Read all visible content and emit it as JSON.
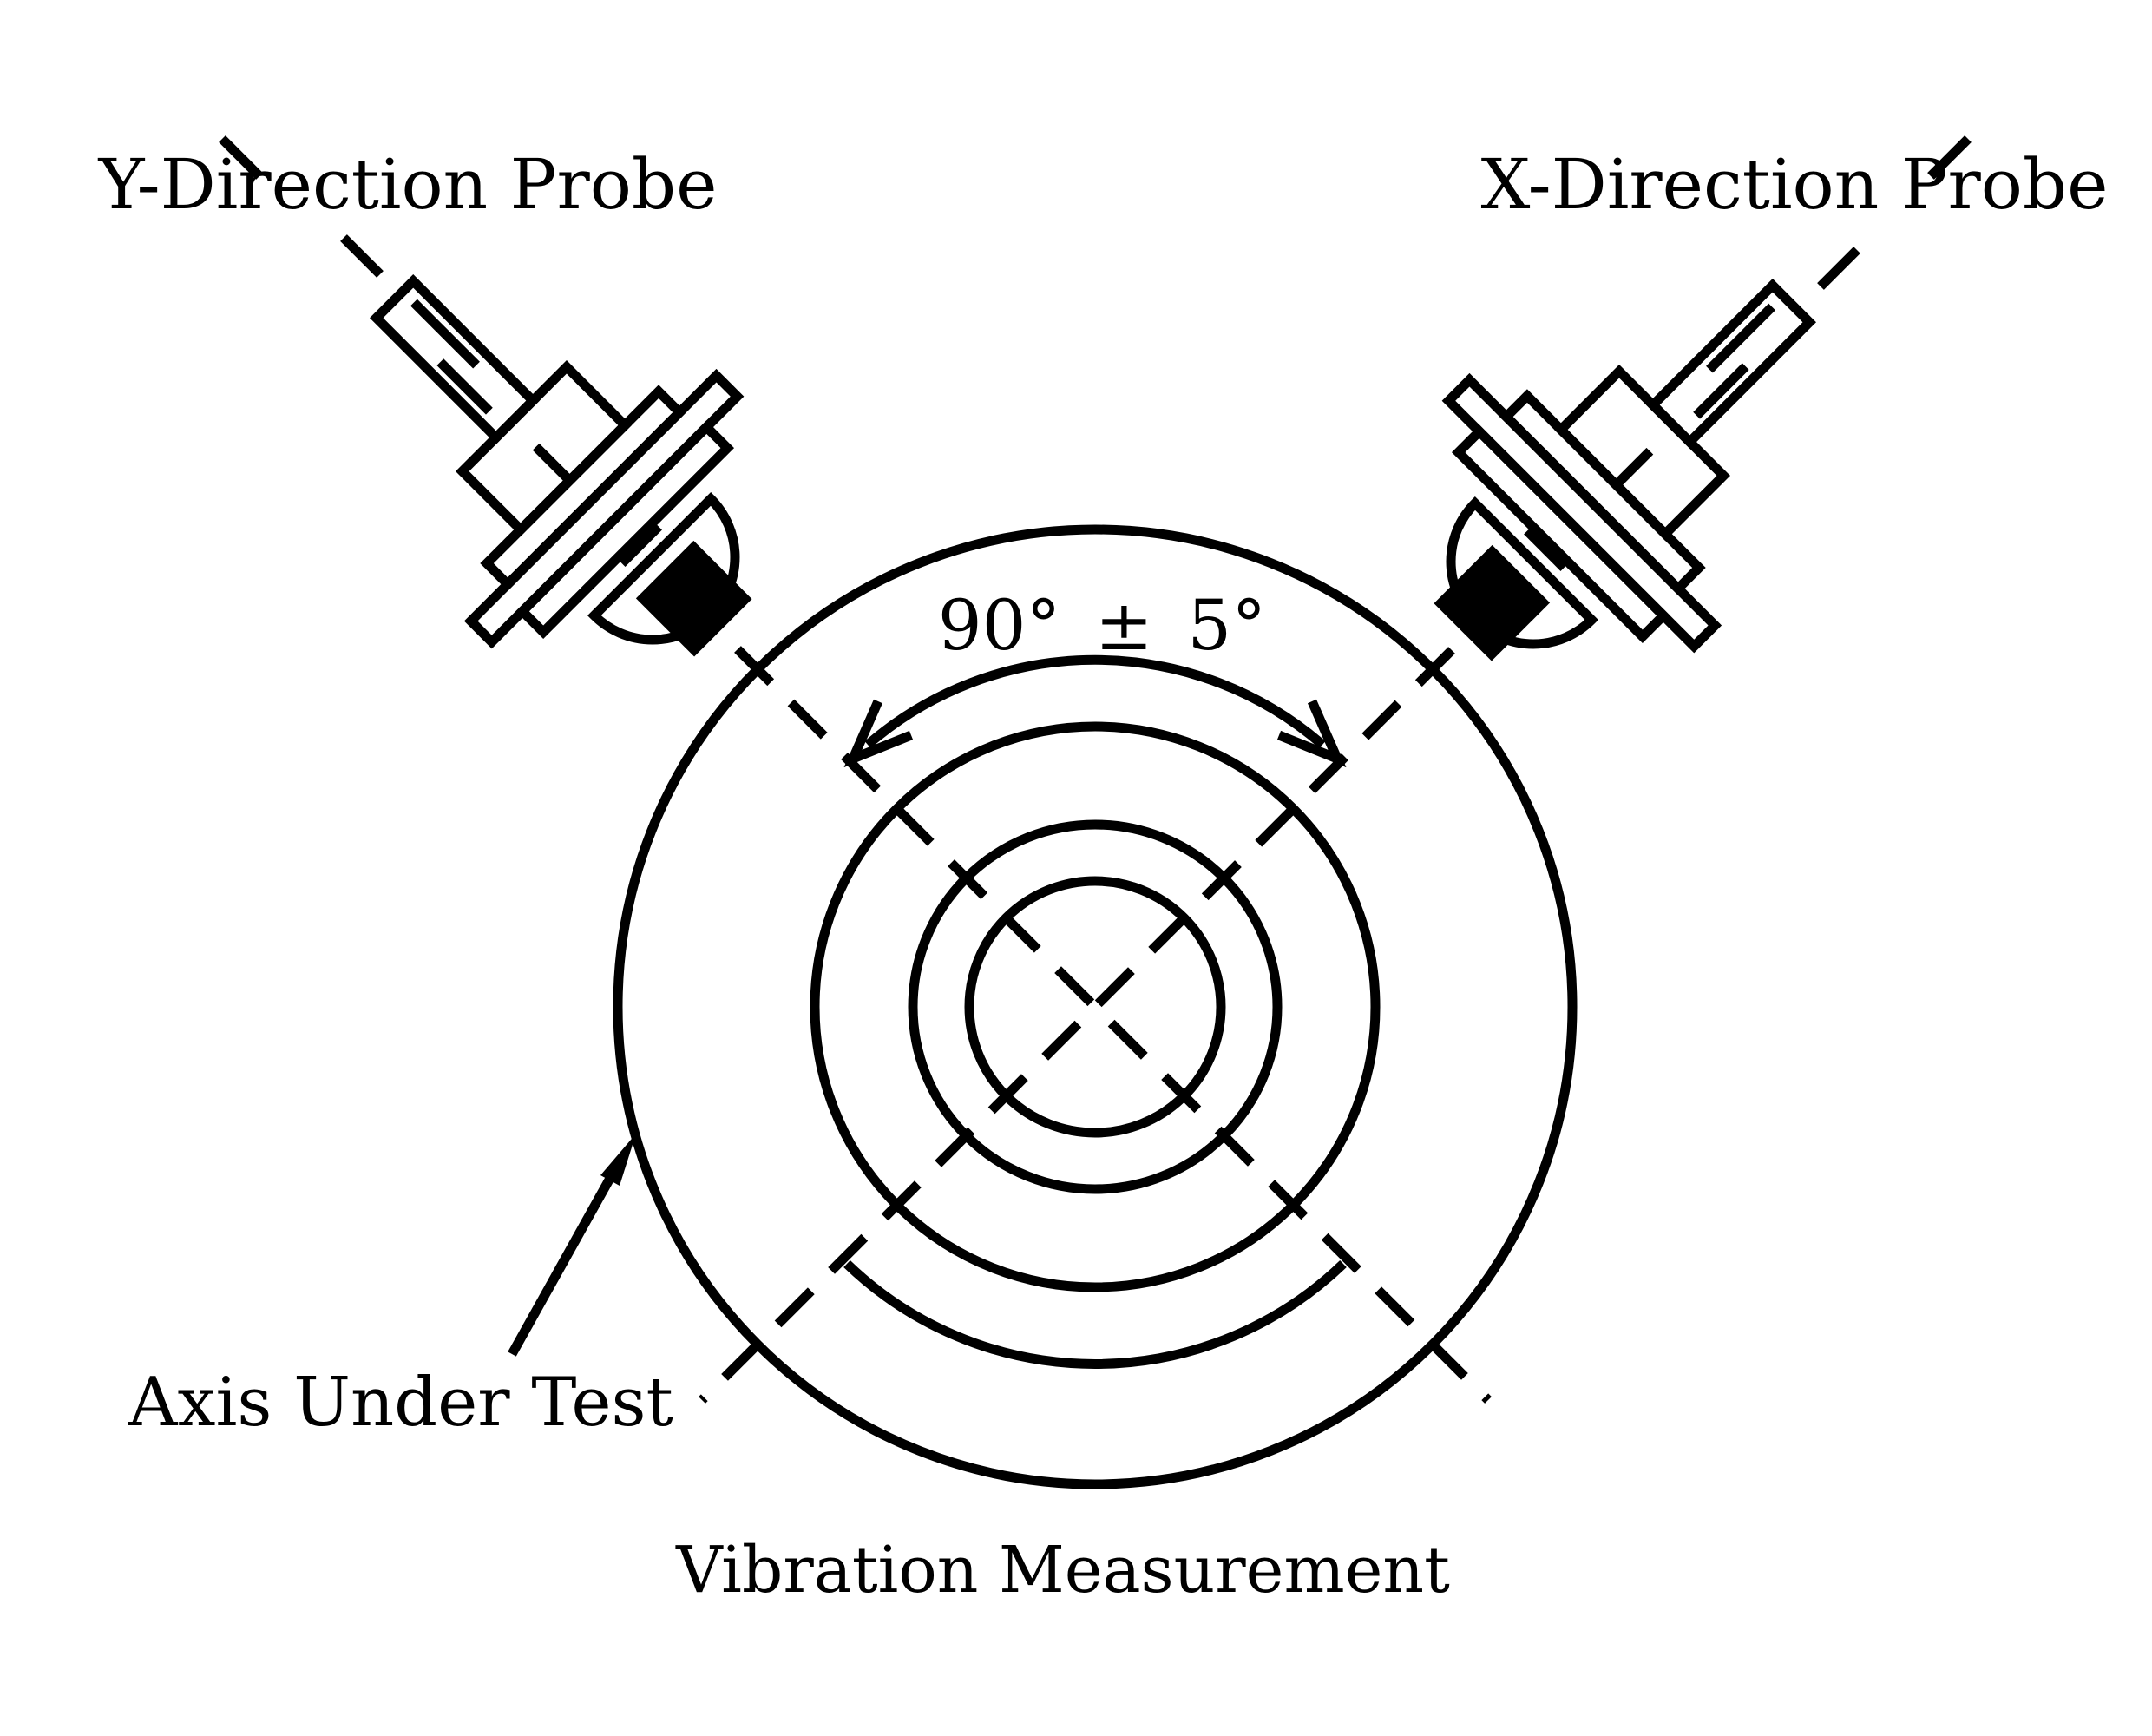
{
  "diagram": {
    "title": "Vibration Measurement",
    "labels": {
      "y_probe": "Y-Direction Probe",
      "x_probe": "X-Direction Probe",
      "angle": "90° ± 5°",
      "axis_under_test": "Axis Under Test"
    },
    "angle_value": "90",
    "angle_tolerance": "5",
    "colors": {
      "line": "#000000",
      "background": "#ffffff"
    }
  }
}
